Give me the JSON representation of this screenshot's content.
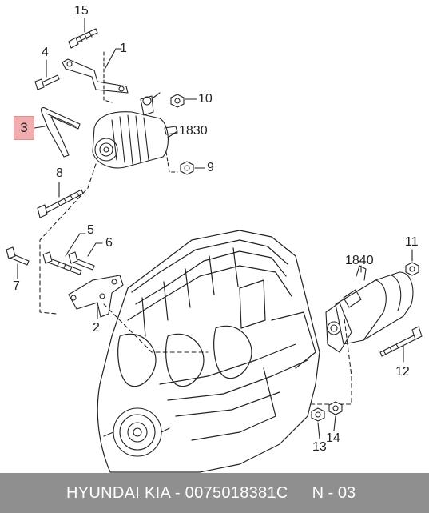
{
  "callouts": {
    "c1": "1",
    "c2": "2",
    "c3": "3",
    "c4": "4",
    "c5": "5",
    "c6": "6",
    "c7": "7",
    "c8": "8",
    "c9": "9",
    "c10": "10",
    "c11": "11",
    "c12": "12",
    "c13": "13",
    "c14": "14",
    "c15": "15",
    "c1830": "1830",
    "c1840": "1840"
  },
  "highlight_color": "#f2aeae",
  "footer": {
    "part_text": "HYUNDAI  KIA - 0075018381C",
    "page": "N - 03"
  }
}
